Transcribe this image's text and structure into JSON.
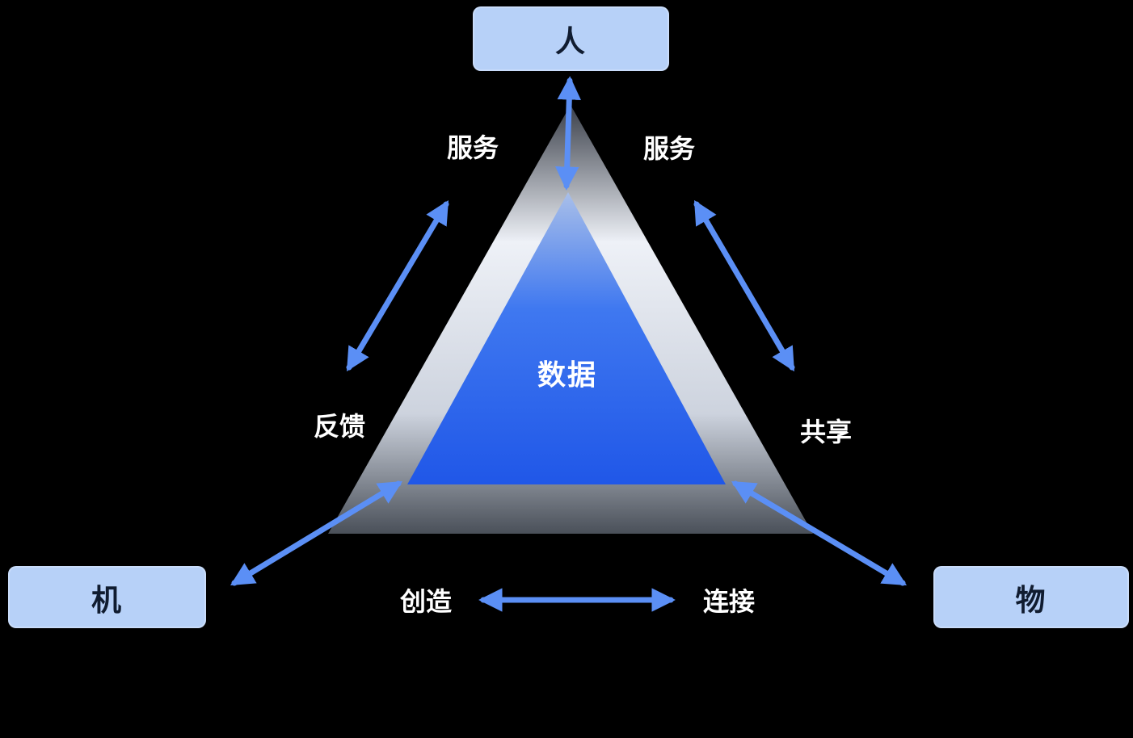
{
  "diagram": {
    "nodes": {
      "person": {
        "label": "人"
      },
      "machine": {
        "label": "机"
      },
      "object": {
        "label": "物"
      }
    },
    "center": {
      "label": "数据"
    },
    "edges": {
      "service_left": "服务",
      "service_right": "服务",
      "feedback": "反馈",
      "share": "共享",
      "create": "创造",
      "connect": "连接"
    },
    "colors": {
      "background": "#000000",
      "node_fill": "#b7d1f8",
      "node_text": "#101c30",
      "arrow": "#5b8ff5",
      "label_text": "#ffffff",
      "triangle_blue_top": "#a9bfe9",
      "triangle_blue_mid": "#3f78f0",
      "triangle_blue_bottom": "#2057e8",
      "triangle_metal_light": "#eef1f7",
      "triangle_metal_dark": "#3a3f49"
    }
  }
}
